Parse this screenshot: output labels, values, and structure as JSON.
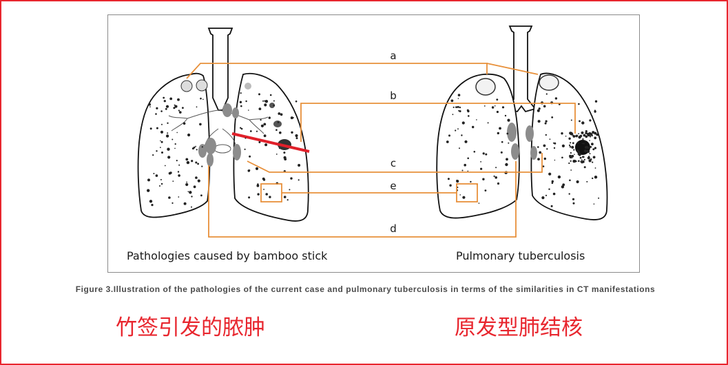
{
  "figure": {
    "left_panel_label": "Pathologies caused by bamboo stick",
    "right_panel_label": "Pulmonary tuberculosis",
    "connectors": [
      {
        "letter": "a"
      },
      {
        "letter": "b"
      },
      {
        "letter": "c"
      },
      {
        "letter": "e"
      },
      {
        "letter": "d"
      }
    ]
  },
  "caption": "Figure 3.Illustration of the pathologies of the current case and pulmonary tuberculosis in terms of the similarities in CT manifestations",
  "annotations": {
    "left_cn": "竹签引发的脓肿",
    "right_cn": "原发型肺结核"
  },
  "colors": {
    "border": "#e8262e",
    "connector": "#e8903a",
    "stick": "#e0202a",
    "lesion": "#8c8c8c"
  }
}
